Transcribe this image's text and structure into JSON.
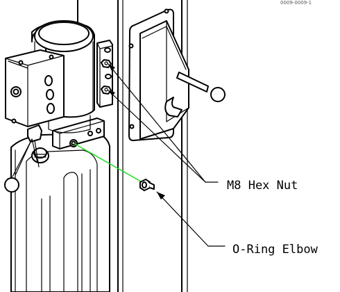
{
  "labels": {
    "hex_nut": "M8 Hex Nut",
    "o_ring_elbow": "O-Ring Elbow",
    "corner_note": "0009-0009-1"
  },
  "colors": {
    "line": "#000000",
    "hose_line": "#22dd22",
    "background": "#ffffff"
  }
}
